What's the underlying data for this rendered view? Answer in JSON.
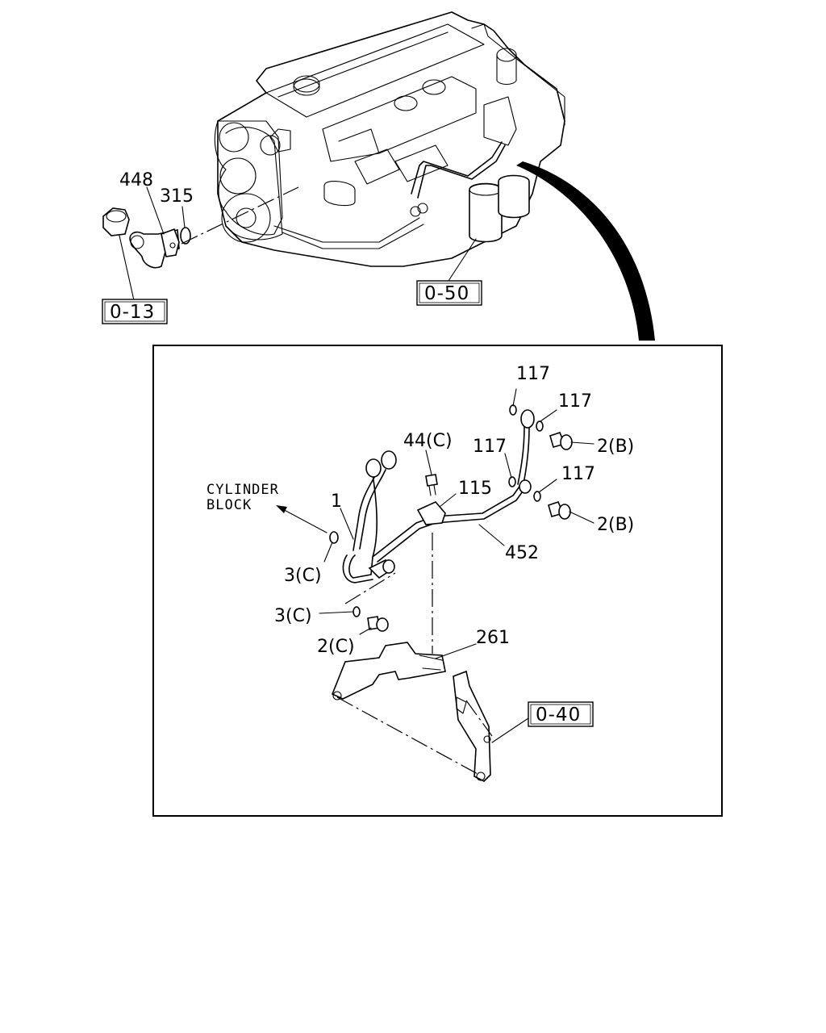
{
  "engine_view": {
    "callouts": {
      "part_448": "448",
      "part_315": "315"
    },
    "references": {
      "ref_0_13": "0-13",
      "ref_0_50": "0-50"
    }
  },
  "detail_view": {
    "note": {
      "line1": "CYLINDER",
      "line2": "BLOCK"
    },
    "callouts": {
      "part_117_a": "117",
      "part_117_b": "117",
      "part_117_c": "117",
      "part_117_d": "117",
      "part_2b_a": "2(B)",
      "part_2b_b": "2(B)",
      "part_44c": "44(C)",
      "part_115": "115",
      "part_1": "1",
      "part_452": "452",
      "part_3c_a": "3(C)",
      "part_3c_b": "3(C)",
      "part_2c": "2(C)",
      "part_261": "261"
    },
    "references": {
      "ref_0_40": "0-40"
    }
  }
}
